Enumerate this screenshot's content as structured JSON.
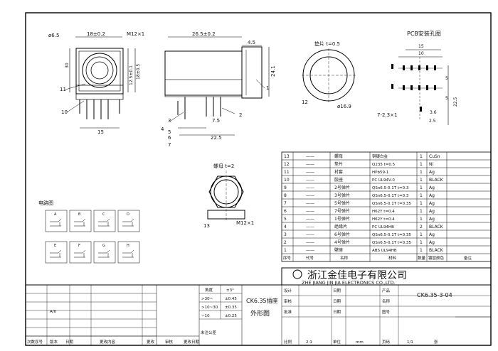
{
  "pcb": {
    "title": "PCB安装孔图",
    "d15": "15",
    "d10": "10",
    "d22": "22.5",
    "d5a": "5",
    "d5b": "5",
    "d36": "3.6",
    "d25": "2.5",
    "holes": "7-2.3×1"
  },
  "front": {
    "l_d65": "ø6.5",
    "l_18": "18±0.2",
    "l_m12": "M12×1",
    "l_18_6": "18±0.5",
    "l_12": "12.5±0.1",
    "l_30": "30",
    "l_11": "11",
    "l_10": "10",
    "l_15": "15"
  },
  "side": {
    "l_265": "26.5±0.2",
    "l_45": "4.5",
    "l_241": "24.1",
    "l_1": "1",
    "l_3": "3",
    "l_4": "4",
    "l_5": "5",
    "l_6": "6",
    "l_7": "7",
    "l_2": "2",
    "l_75": "7.5",
    "l_225": "22.5"
  },
  "spring": {
    "label": "垫片 t=0.5",
    "n12": "12",
    "d": "ø16.9"
  },
  "nut": {
    "label": "螺母 t=2",
    "m": "M12×1",
    "n13": "13"
  },
  "schem": {
    "title": "电路图",
    "letters": [
      "A",
      "B",
      "C",
      "D",
      "E",
      "F",
      "G",
      "H"
    ]
  },
  "bom": {
    "rows": [
      [
        "13",
        "——",
        "螺母",
        "铜镀白金",
        "1",
        "CuSn"
      ],
      [
        "12",
        "——",
        "垫片",
        "Q235 t=0.5",
        "1",
        "Ni"
      ],
      [
        "11",
        "——",
        "衬套",
        "HPb59-1",
        "1",
        "Ag"
      ],
      [
        "10",
        "——",
        "胶座",
        "PC UL94V-0",
        "1",
        "BLACK"
      ],
      [
        "9",
        "——",
        "2号弹片",
        "QSn6.5-0.1T t=0.3",
        "1",
        "Ag"
      ],
      [
        "8",
        "——",
        "3号弹片",
        "QSn6.5-0.1T t=0.3",
        "1",
        "Ag"
      ],
      [
        "7",
        "——",
        "5号弹片",
        "QSn6.5-0.1T t=0.35",
        "1",
        "Ag"
      ],
      [
        "6",
        "——",
        "7号弹片",
        "H62Y t=0.4",
        "1",
        "Ag"
      ],
      [
        "5",
        "——",
        "1号弹片",
        "H62Y t=0.4",
        "1",
        "Ag"
      ],
      [
        "4",
        "——",
        "绝缘片",
        "PC UL94HB",
        "2",
        "BLACK"
      ],
      [
        "3",
        "——",
        "6号弹片",
        "QSn6.5-0.1T t=0.35",
        "1",
        "Ag"
      ],
      [
        "2",
        "——",
        "4号弹片",
        "QSn6.5-0.1T t=0.35",
        "1",
        "Ag"
      ],
      [
        "1",
        "——",
        "壁座",
        "ABS UL94HB",
        "1",
        "BLACK"
      ]
    ],
    "header": [
      "序号",
      "代号",
      "名称",
      "材料",
      "数量",
      "镀层颜色",
      "备注"
    ]
  },
  "company": {
    "cn": "浙江金佳电子有限公司",
    "en": "ZHE JIANG JIN JIA ELECTRONICS CO.,LTD."
  },
  "title_block": {
    "product": "CK6.35插座",
    "sub": "外形图",
    "drawing_no": "CK6.35-3-04",
    "tol_h": "角度",
    "tol_h2": "±3°",
    "tol": [
      [
        ">30~",
        "±0.45"
      ],
      [
        ">10~30",
        "±0.35"
      ],
      [
        "~10",
        "±0.25"
      ]
    ],
    "left_rows": [
      "设计",
      "审核",
      "批准"
    ],
    "mid_rows": [
      "日期",
      "日期",
      "日期"
    ],
    "right_rows": [
      "产品",
      "名称",
      "图号"
    ],
    "bottom": [
      "比例",
      "2:1",
      "单位",
      "mm",
      "页码",
      "1/1",
      "张"
    ],
    "rev": [
      "次数序号",
      "版本",
      "日期",
      "更改内容",
      "更改",
      "审核",
      "更改日期"
    ],
    "ver": "A/0",
    "dwg_date": "未注公差"
  }
}
